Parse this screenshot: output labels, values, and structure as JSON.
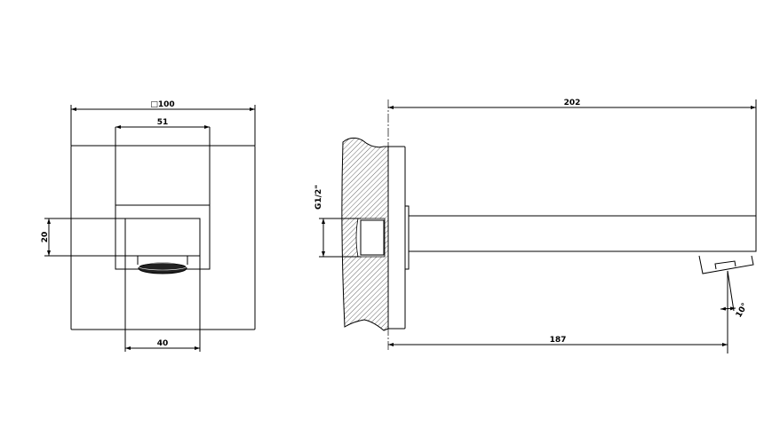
{
  "dimensions": {
    "plate_size": "□100",
    "inner_width": "51",
    "outlet_height": "20",
    "outlet_width": "40",
    "total_projection": "202",
    "spout_length": "187",
    "thread": "G1/2\"",
    "angle": "10°"
  },
  "colors": {
    "line": "#000000",
    "background": "#ffffff"
  }
}
